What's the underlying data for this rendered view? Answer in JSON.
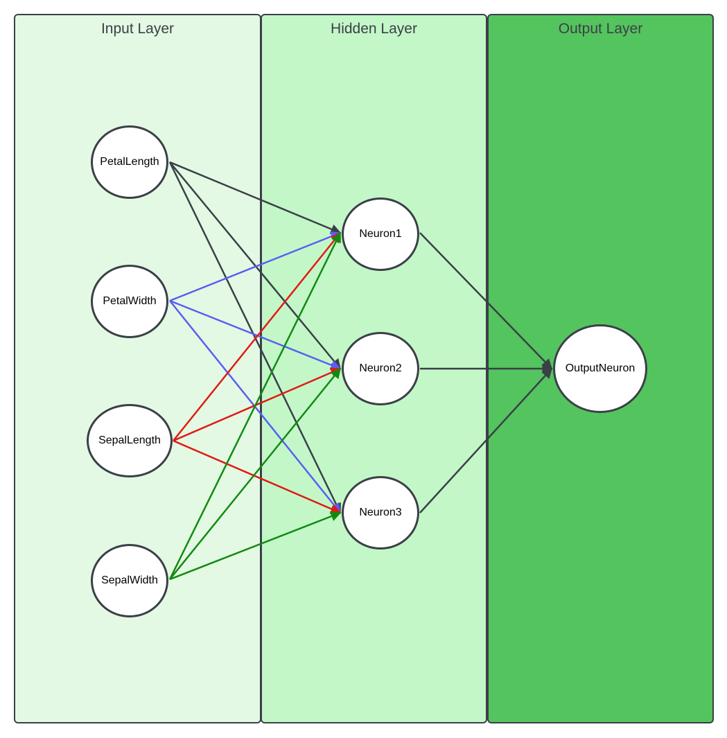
{
  "lanes": [
    {
      "title": "Input Layer",
      "color": "#e3f9e3"
    },
    {
      "title": "Hidden Layer",
      "color": "#c3f7c8"
    },
    {
      "title": "Output Layer",
      "color": "#54c45e"
    }
  ],
  "nodes": {
    "petal_length": "PetalLength",
    "petal_width": "PetalWidth",
    "sepal_length": "SepalLength",
    "sepal_width": "SepalWidth",
    "neuron1": "Neuron1",
    "neuron2": "Neuron2",
    "neuron3": "Neuron3",
    "output_neuron": "OutputNeuron"
  },
  "edge_colors": {
    "petal_length": "#3a4047",
    "petal_width": "#5a5ef2",
    "sepal_length": "#e01b14",
    "sepal_width": "#118a11",
    "hidden": "#3a4047"
  },
  "edges": [
    {
      "from": "petal_length",
      "to": "neuron1"
    },
    {
      "from": "petal_length",
      "to": "neuron2"
    },
    {
      "from": "petal_length",
      "to": "neuron3"
    },
    {
      "from": "petal_width",
      "to": "neuron1"
    },
    {
      "from": "petal_width",
      "to": "neuron2"
    },
    {
      "from": "petal_width",
      "to": "neuron3"
    },
    {
      "from": "sepal_length",
      "to": "neuron1"
    },
    {
      "from": "sepal_length",
      "to": "neuron2"
    },
    {
      "from": "sepal_length",
      "to": "neuron3"
    },
    {
      "from": "sepal_width",
      "to": "neuron1"
    },
    {
      "from": "sepal_width",
      "to": "neuron2"
    },
    {
      "from": "sepal_width",
      "to": "neuron3"
    },
    {
      "from": "neuron1",
      "to": "output_neuron"
    },
    {
      "from": "neuron2",
      "to": "output_neuron"
    },
    {
      "from": "neuron3",
      "to": "output_neuron"
    }
  ]
}
